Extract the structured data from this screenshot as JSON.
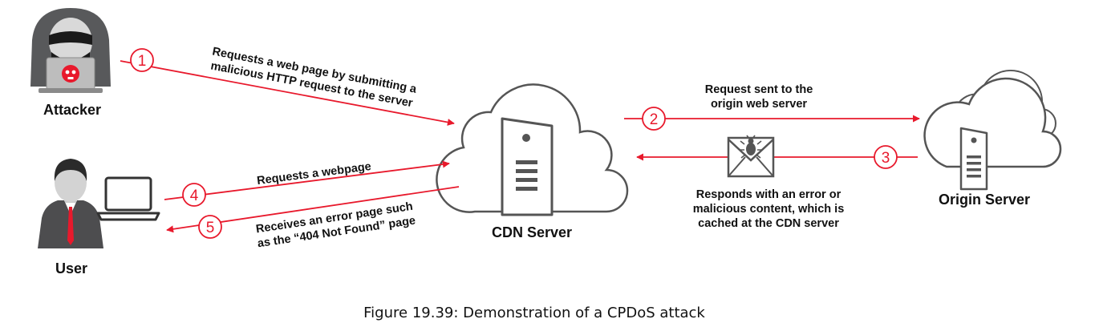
{
  "nodes": {
    "attacker": "Attacker",
    "user": "User",
    "cdn": "CDN Server",
    "origin": "Origin Server"
  },
  "steps": {
    "s1": {
      "num": "1",
      "line1": "Requests a web page by submitting a",
      "line2": "malicious HTTP request to the server"
    },
    "s2": {
      "num": "2",
      "line1": "Request sent to the",
      "line2": "origin web server"
    },
    "s3": {
      "num": "3",
      "line1": "Responds with an error or",
      "line2": "malicious content, which is",
      "line3": "cached at the CDN server"
    },
    "s4": {
      "num": "4",
      "line1": "Requests a webpage"
    },
    "s5": {
      "num": "5",
      "line1": "Receives an error page such",
      "line2": "as the “404 Not Found” page"
    }
  },
  "caption": "Figure 19.39: Demonstration of a CPDoS attack",
  "colors": {
    "accent": "#e8192c",
    "ink": "#111111",
    "icon_gray": "#555555"
  },
  "icons": [
    "hooded-attacker-icon",
    "skull-icon",
    "user-icon",
    "laptop-icon",
    "cloud-icon",
    "server-icon",
    "bug-envelope-icon"
  ]
}
